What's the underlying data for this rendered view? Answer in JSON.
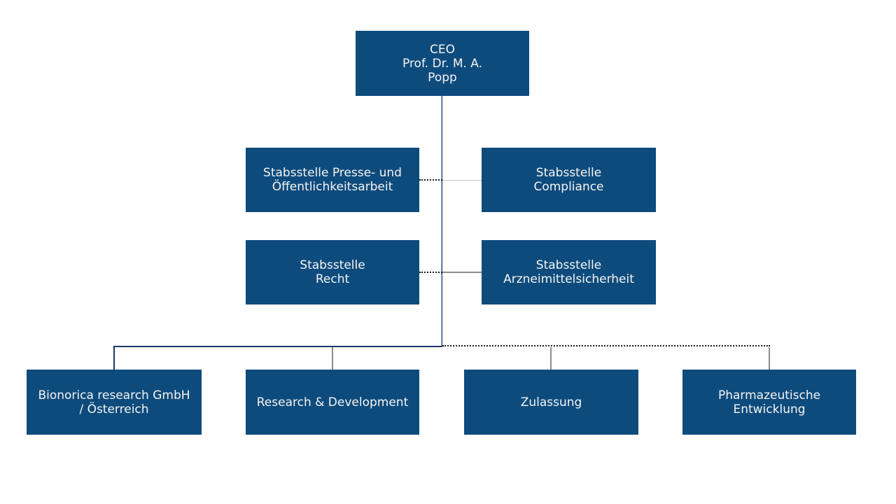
{
  "palette": {
    "box_fill": "#0e4b7d",
    "box_text": "#f5f5f2",
    "line_navy": "#1f3864",
    "line_highlight": "#a9b9d9",
    "line_gray": "#8c8c8c",
    "line_black": "#1a1a1a"
  },
  "org": {
    "ceo": {
      "label": "CEO\nProf. Dr. M. A.\nPopp"
    },
    "staff": [
      {
        "label": "Stabsstelle Presse- und\nÖffentlichkeitsarbeit"
      },
      {
        "label": "Stabsstelle\nCompliance"
      },
      {
        "label": "Stabsstelle\nRecht"
      },
      {
        "label": "Stabsstelle\nArzneimittelsicherheit"
      }
    ],
    "divisions": [
      {
        "label": "Bionorica research GmbH\n/ Österreich"
      },
      {
        "label": "Research & Development"
      },
      {
        "label": "Zulassung"
      },
      {
        "label": "Pharmazeutische\nEntwicklung"
      }
    ]
  }
}
